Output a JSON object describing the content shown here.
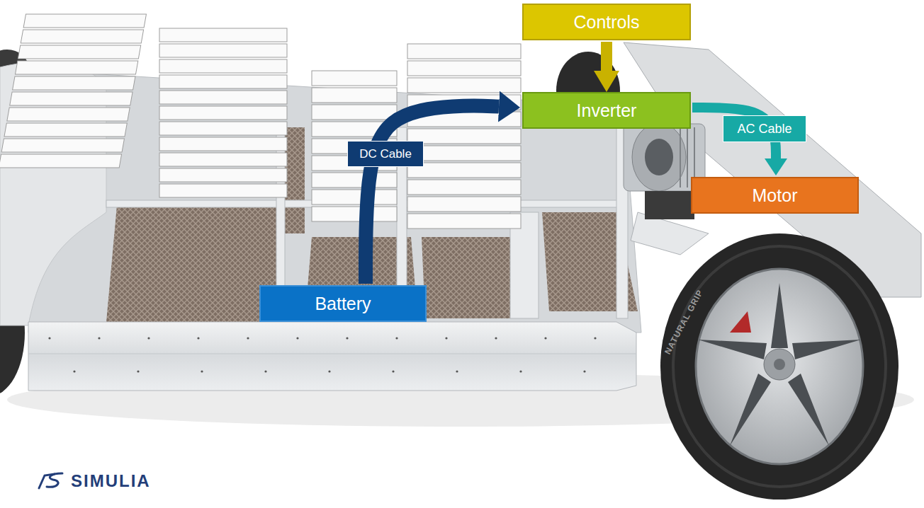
{
  "diagram": {
    "nodes": [
      {
        "text": [
          "Controls"
        ]
      },
      {
        "text": [
          "Inverter"
        ]
      },
      {
        "text": [
          "Motor"
        ]
      },
      {
        "text": [
          "Battery"
        ]
      }
    ],
    "edges": [
      {
        "from": 0,
        "to": 1,
        "arrow": "to"
      },
      {
        "from": 3,
        "to": 1,
        "label": "DC Cable",
        "arrow": "to"
      },
      {
        "from": 1,
        "to": 2,
        "label": "AC Cable",
        "arrow": "to"
      }
    ],
    "labels": [
      "SIMULIA",
      "NATURAL GRIP"
    ]
  }
}
